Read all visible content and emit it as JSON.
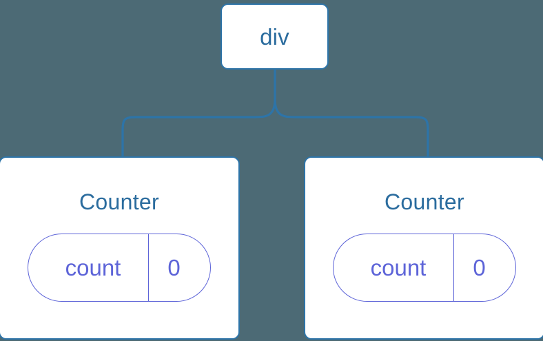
{
  "diagram": {
    "type": "component-tree",
    "background_color": "#4c6a75",
    "node_border_color": "#2d74a8",
    "node_title_color": "#2b6c9e",
    "state_pill_color": "#5d64d8",
    "connector_color": "#2d74a8"
  },
  "root": {
    "label": "div"
  },
  "children": [
    {
      "label": "Counter",
      "state": {
        "key": "count",
        "value": "0"
      }
    },
    {
      "label": "Counter",
      "state": {
        "key": "count",
        "value": "0"
      }
    }
  ]
}
